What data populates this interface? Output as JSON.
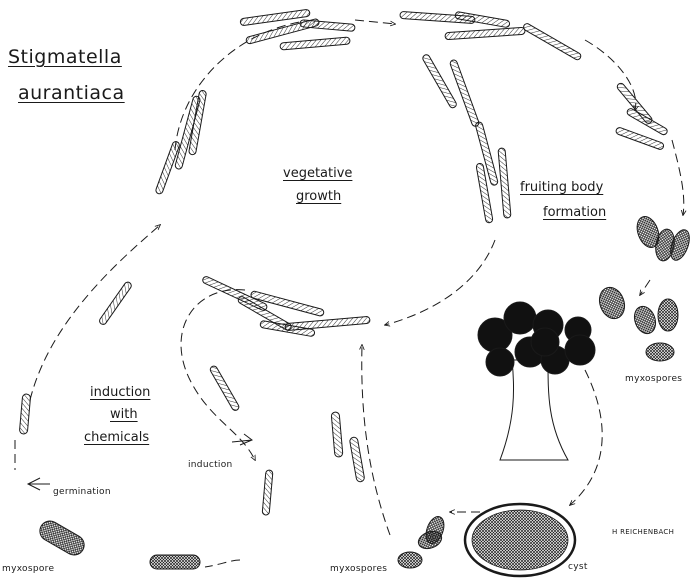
{
  "title": {
    "line1": "Stigmatella",
    "line2": "aurantiaca"
  },
  "labels": {
    "vegetative_1": "vegetative",
    "vegetative_2": "growth",
    "fruiting_1": "fruiting body",
    "fruiting_2": "formation",
    "induction_1": "induction",
    "induction_2": "with",
    "induction_3": "chemicals",
    "induction_small": "induction",
    "germination": "germination",
    "myxospores_right": "myxospores",
    "myxospores_bottom": "myxospores",
    "myxospore_left": "myxospore",
    "cyst": "cyst",
    "credit": "H REICHENBACH"
  },
  "colors": {
    "ink": "#1a1a1a",
    "background": "#ffffff"
  }
}
